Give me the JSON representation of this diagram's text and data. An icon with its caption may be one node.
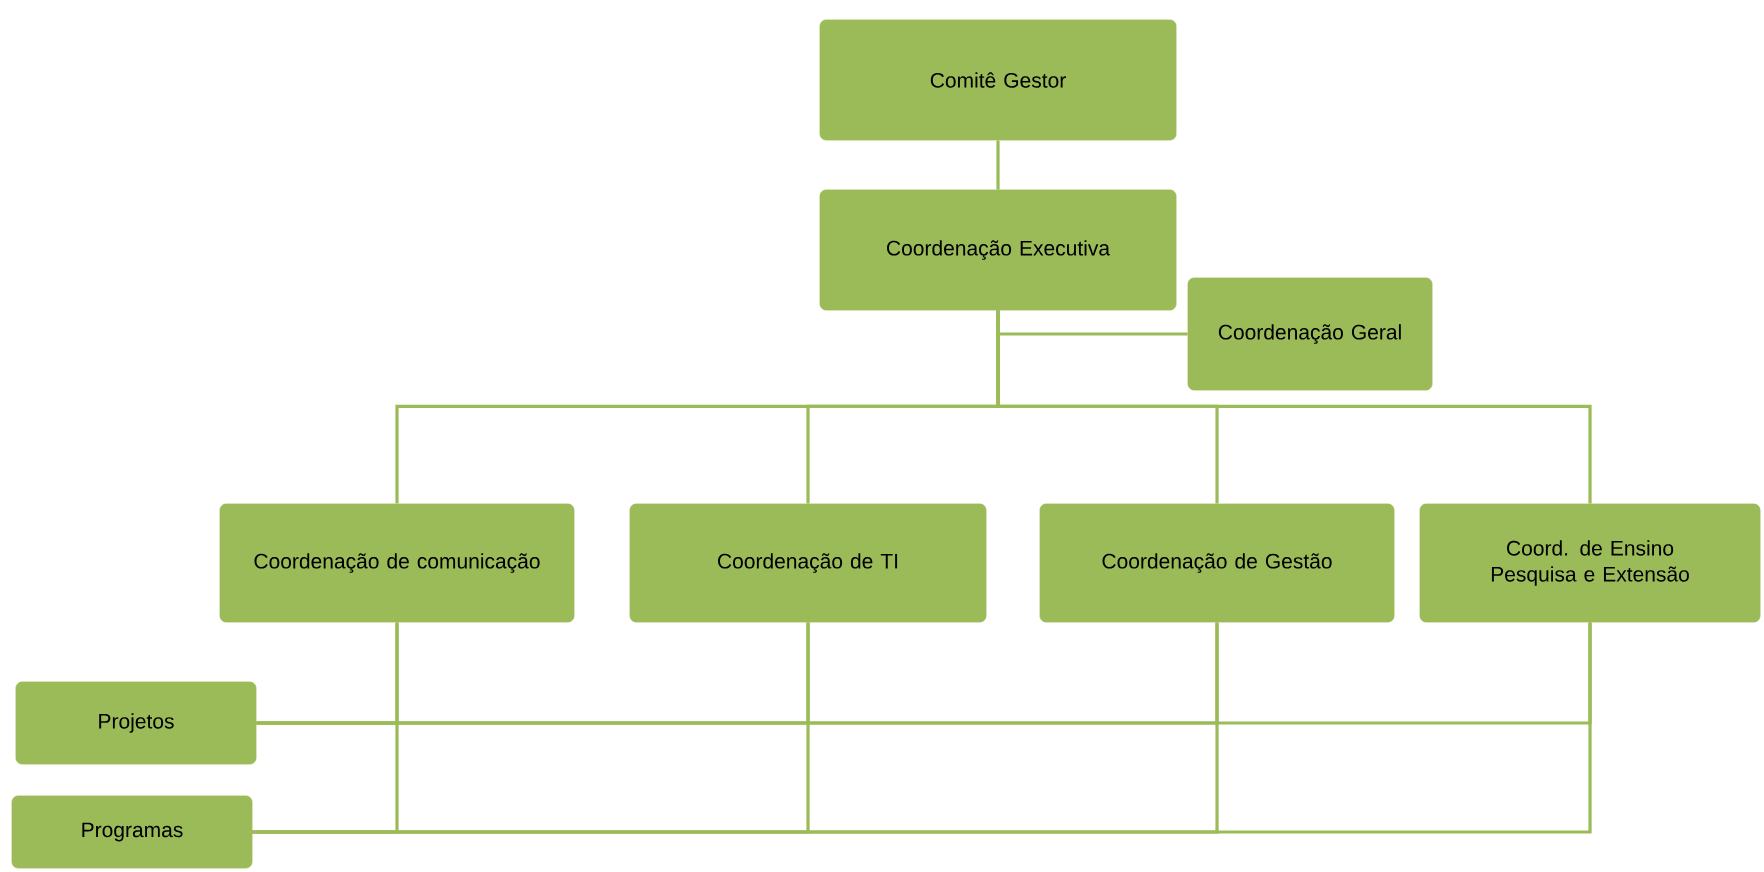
{
  "diagram": {
    "nodes": [
      {
        "text": [
          "Comitê Gestor"
        ]
      },
      {
        "text": [
          "Coordenação Executiva"
        ]
      },
      {
        "text": [
          "Coordenação Geral"
        ]
      },
      {
        "text": [
          "Coordenação de comunicação"
        ]
      },
      {
        "text": [
          "Coordenação de TI"
        ]
      },
      {
        "text": [
          "Coordenação de Gestão"
        ]
      },
      {
        "text": [
          "Coord. de Ensino Pesquisa e Extensão"
        ]
      },
      {
        "text": [
          "Projetos"
        ]
      },
      {
        "text": [
          "Programas"
        ]
      }
    ],
    "edges": [
      {
        "from": 0,
        "to": 1,
        "arrow": "none"
      },
      {
        "from": 1,
        "to": 2,
        "arrow": "none"
      },
      {
        "from": 1,
        "to": 3,
        "arrow": "none"
      },
      {
        "from": 1,
        "to": 4,
        "arrow": "none"
      },
      {
        "from": 1,
        "to": 5,
        "arrow": "none"
      },
      {
        "from": 1,
        "to": 6,
        "arrow": "none"
      },
      {
        "from": 7,
        "to": 3,
        "arrow": "none"
      },
      {
        "from": 7,
        "to": 4,
        "arrow": "none"
      },
      {
        "from": 7,
        "to": 5,
        "arrow": "none"
      },
      {
        "from": 7,
        "to": 6,
        "arrow": "none"
      },
      {
        "from": 8,
        "to": 3,
        "arrow": "none"
      },
      {
        "from": 8,
        "to": 4,
        "arrow": "none"
      },
      {
        "from": 8,
        "to": 5,
        "arrow": "none"
      },
      {
        "from": 8,
        "to": 6,
        "arrow": "none"
      }
    ]
  }
}
